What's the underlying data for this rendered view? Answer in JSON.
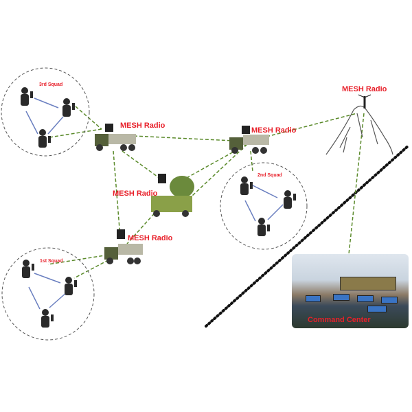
{
  "nodes": {
    "squad3": {
      "label": "3rd Squad"
    },
    "squad2": {
      "label": "2nd Squad"
    },
    "squad1": {
      "label": "1st Squad"
    },
    "truck_top_left": {
      "label": "MESH Radio"
    },
    "truck_top_right": {
      "label": "MESH Radio"
    },
    "radar_vehicle": {
      "label": "MESH Radio"
    },
    "truck_bottom": {
      "label": "MESH Radio"
    },
    "mountain": {
      "label": "MESH Radio"
    },
    "command_center": {
      "label": "Command Center"
    }
  },
  "colors": {
    "label": "#e8202a",
    "link": "#5a8a2a",
    "squad_ring": "#555555",
    "squad_link": "#6a7fc0"
  }
}
